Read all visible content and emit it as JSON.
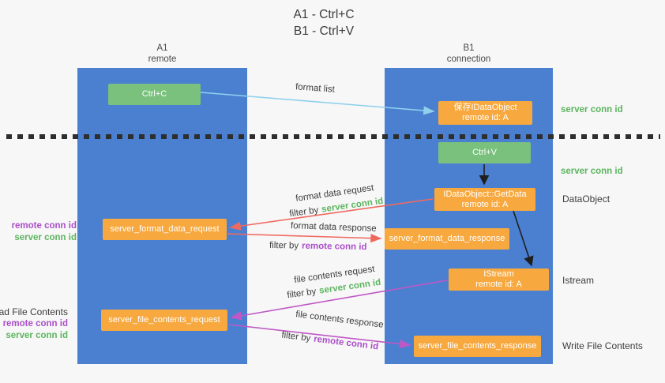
{
  "title": {
    "line1": "A1 - Ctrl+C",
    "line2": "B1 - Ctrl+V"
  },
  "columns": {
    "left": {
      "name": "A1",
      "subtitle": "remote"
    },
    "right": {
      "name": "B1",
      "subtitle": "connection"
    }
  },
  "nodes": {
    "ctrl_c": {
      "label": "Ctrl+C"
    },
    "ctrl_v": {
      "label": "Ctrl+V"
    },
    "save_dataobject": {
      "line1": "保存IDataObject",
      "line2": "remote id: A"
    },
    "getdata": {
      "line1": "IDataObject::GetData",
      "line2": "remote id: A"
    },
    "istream": {
      "line1": "IStream",
      "line2": "remote id: A"
    },
    "format_request": {
      "label": "server_format_data_request"
    },
    "format_response": {
      "label": "server_format_data_response"
    },
    "file_request": {
      "label": "server_file_contents_request"
    },
    "file_response": {
      "label": "server_file_contents_response"
    }
  },
  "arrow_labels": {
    "format_list": "format list",
    "format_data_request": "format data request",
    "format_data_response": "format data response",
    "file_contents_request": "file contents request",
    "file_contents_response": "file contents response",
    "filter_by": "filter by",
    "server_conn_id": "server conn id",
    "remote_conn_id": "remote conn id"
  },
  "side_labels": {
    "server_conn_id_top": "server conn id",
    "server_conn_id_mid": "server conn id",
    "dataobject": "DataObject",
    "istream": "Istream",
    "write_file_contents": "Write File Contents",
    "read_file_contents": "Read File Contents",
    "remote_conn_id": "remote conn id",
    "server_conn_id": "server conn id"
  },
  "colors": {
    "background": "#f7f7f7",
    "column_blue": "#4b80d1",
    "box_orange": "#f7a83e",
    "box_green": "#79c17d",
    "arrow_blue": "#8fd0ec",
    "arrow_red": "#ee6a5f",
    "arrow_magenta": "#bf58c5",
    "arrow_black": "#1f1f1f",
    "text_green": "#5cb55f",
    "text_purple": "#ab4ec9"
  }
}
